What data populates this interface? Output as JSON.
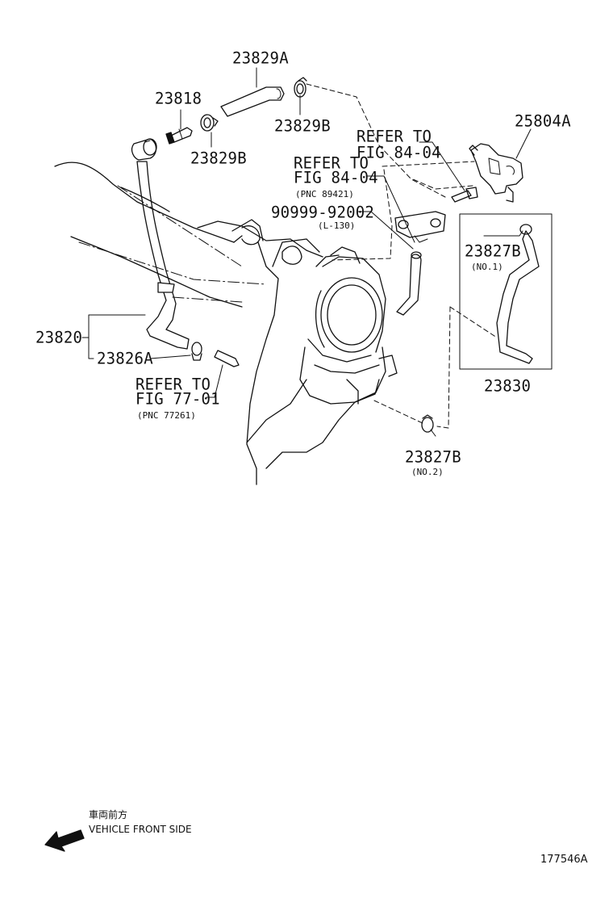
{
  "diagram_id": "177546A",
  "parts": {
    "p23829A": "23829A",
    "p23818": "23818",
    "p23829B_top": "23829B",
    "p23829B_mid": "23829B",
    "p25804A": "25804A",
    "p90999": "90999-92002",
    "p90999_note": "(L-130)",
    "p23820": "23820",
    "p23826A": "23826A",
    "p23827B_top": "23827B",
    "p23827B_top_note": "(NO.1)",
    "p23830": "23830",
    "p23827B_bot": "23827B",
    "p23827B_bot_note": "(NO.2)"
  },
  "refs": {
    "ref1_line1": "REFER TO",
    "ref1_line2": "FIG 84-04",
    "ref2_line1": "REFER TO",
    "ref2_line2": "FIG 84-04",
    "ref2_pnc": "(PNC 89421)",
    "ref3_line1": "REFER TO",
    "ref3_line2": "FIG 77-01",
    "ref3_pnc": "(PNC 77261)"
  },
  "legend": {
    "jp_label": "車両前方",
    "en_label": "VEHICLE FRONT SIDE",
    "arrow_icon": "left-down-arrow-icon"
  }
}
